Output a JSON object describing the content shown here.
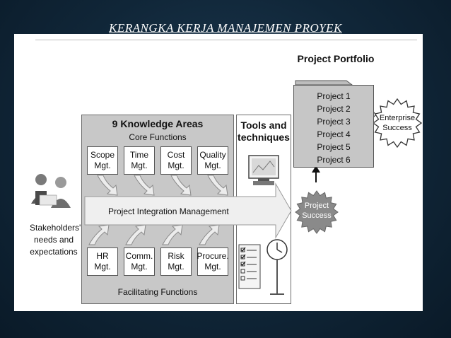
{
  "slide": {
    "title": "KERANGKA KERJA MANAJEMEN PROYEK"
  },
  "diagram": {
    "knowledge_areas": {
      "title": "9 Knowledge Areas",
      "core_label": "Core Functions",
      "facilitating_label": "Facilitating Functions",
      "core": [
        {
          "line1": "Scope",
          "line2": "Mgt."
        },
        {
          "line1": "Time",
          "line2": "Mgt."
        },
        {
          "line1": "Cost",
          "line2": "Mgt."
        },
        {
          "line1": "Quality",
          "line2": "Mgt."
        }
      ],
      "facilitating": [
        {
          "line1": "HR",
          "line2": "Mgt."
        },
        {
          "line1": "Comm.",
          "line2": "Mgt."
        },
        {
          "line1": "Risk",
          "line2": "Mgt."
        },
        {
          "line1": "Procure.",
          "line2": "Mgt."
        }
      ]
    },
    "integration_label": "Project Integration Management",
    "tools": {
      "line1": "Tools and",
      "line2": "techniques"
    },
    "stakeholders": {
      "line1": "Stakeholders'",
      "line2": "needs and",
      "line3": "expectations"
    },
    "portfolio": {
      "title": "Project Portfolio",
      "projects": [
        "Project 1",
        "Project 2",
        "Project 3",
        "Project 4",
        "Project 5",
        "Project 6"
      ]
    },
    "enterprise": {
      "line1": "Enterprise",
      "line2": "Success"
    },
    "project_success": {
      "line1": "Project",
      "line2": "Success"
    },
    "colors": {
      "panel": "#ffffff",
      "box_gray": "#c8c8c8",
      "arrow_fill": "#efefef",
      "success_star": "#8a8a8a",
      "background": "#102638"
    }
  }
}
